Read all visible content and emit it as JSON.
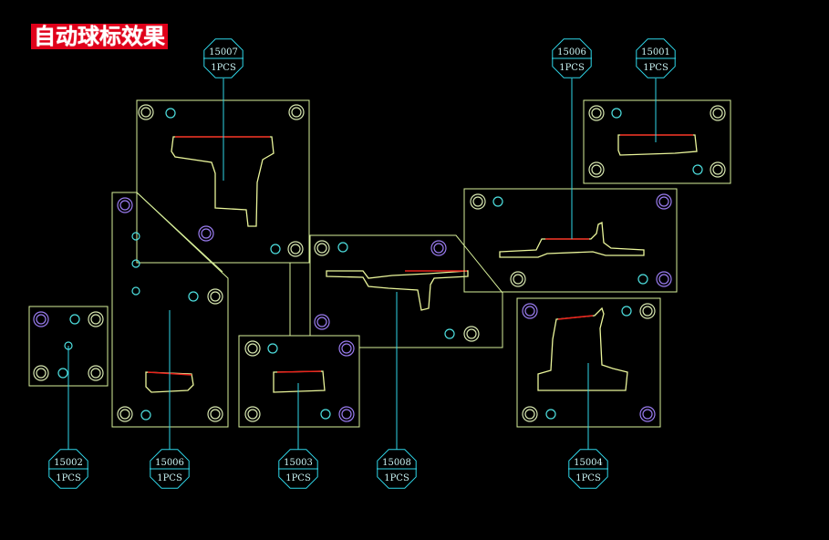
{
  "title": "自动球标效果",
  "balloons": [
    {
      "id": "b-15007",
      "part": "15007",
      "qty": "1PCS"
    },
    {
      "id": "b-15006-top",
      "part": "15006",
      "qty": "1PCS"
    },
    {
      "id": "b-15001",
      "part": "15001",
      "qty": "1PCS"
    },
    {
      "id": "b-15002",
      "part": "15002",
      "qty": "1PCS"
    },
    {
      "id": "b-15006-bottom",
      "part": "15006",
      "qty": "1PCS"
    },
    {
      "id": "b-15003",
      "part": "15003",
      "qty": "1PCS"
    },
    {
      "id": "b-15008",
      "part": "15008",
      "qty": "1PCS"
    },
    {
      "id": "b-15004",
      "part": "15004",
      "qty": "1PCS"
    }
  ],
  "colors": {
    "outline": "#d8f09a",
    "leader": "#2fd6e8",
    "highlight": "#e8231c",
    "background": "#000000"
  }
}
